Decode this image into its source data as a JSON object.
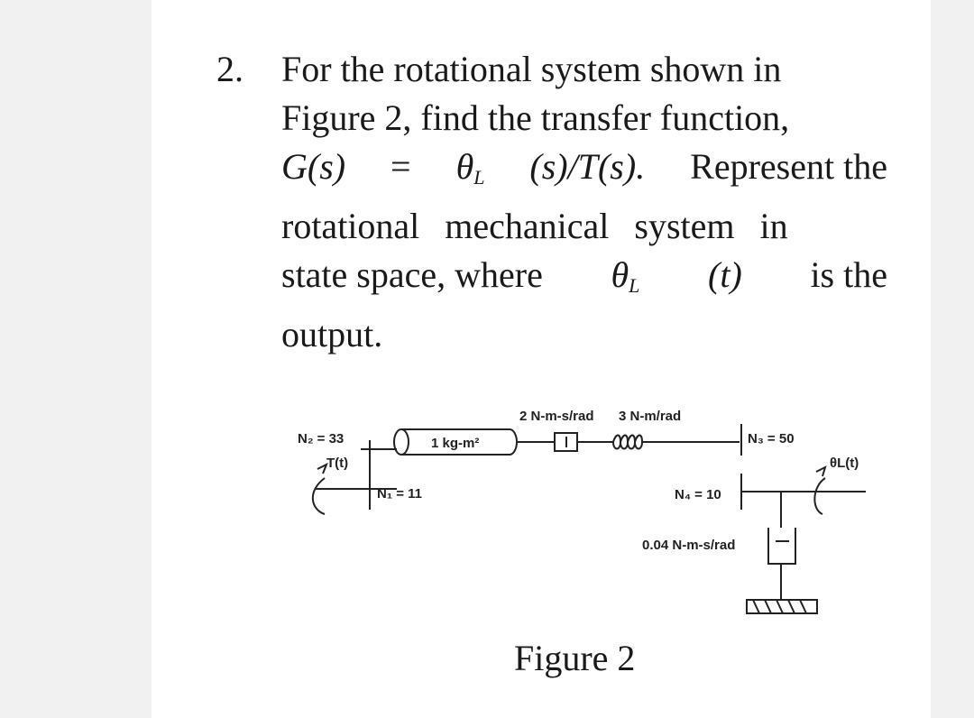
{
  "question": {
    "number": "2.",
    "line1": "For the rotational system shown in",
    "line2": "Figure 2, find the transfer function,",
    "line3_g": "G(s)",
    "line3_eq": "=",
    "line3_theta": "θ",
    "line3_sub": "L",
    "line3_rest": "(s)/T(s).",
    "line3_tail": "Represent the",
    "line4": "rotational mechanical system in",
    "line5_a": "state space, where",
    "line5_theta": "θ",
    "line5_sub": "L",
    "line5_t": "(t)",
    "line5_tail": "is the",
    "line6": "output."
  },
  "figure": {
    "caption": "Figure 2",
    "labels": {
      "n2": "N₂ = 33",
      "inertia": "1 kg-m²",
      "damper_top": "2 N-m-s/rad",
      "spring_top": "3 N-m/rad",
      "n3": "N₃ = 50",
      "torque": "T(t)",
      "n1": "N₁ = 11",
      "n4": "N₄ = 10",
      "theta_l": "θL(t)",
      "damper_bottom": "0.04 N-m-s/rad"
    }
  }
}
